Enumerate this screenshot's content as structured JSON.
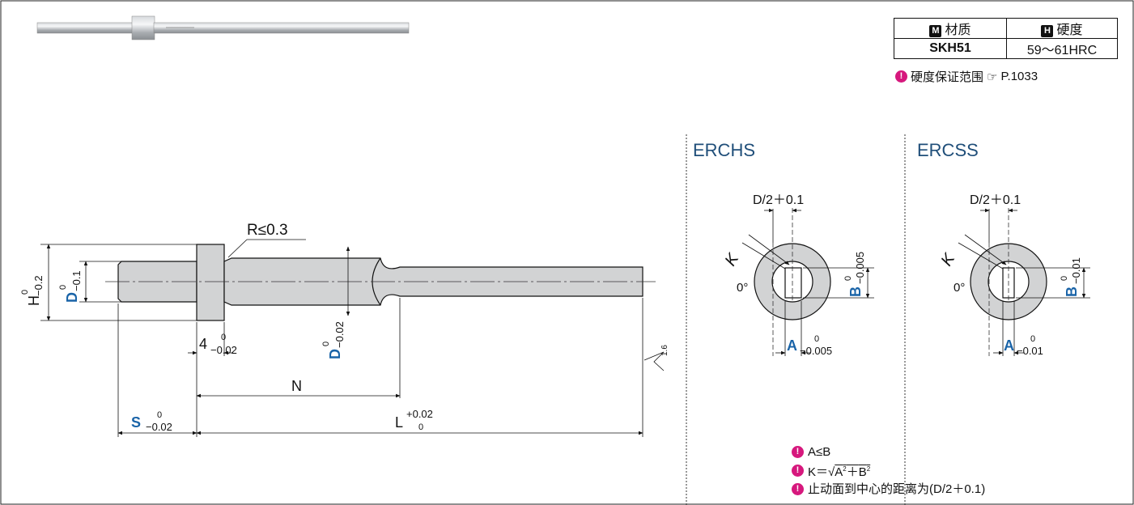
{
  "spec_table": {
    "headers": [
      {
        "tag": "M",
        "label": "材质"
      },
      {
        "tag": "H",
        "label": "硬度"
      }
    ],
    "row": {
      "material": "SKH51",
      "hardness": "59～61HRC"
    }
  },
  "hardness_note": {
    "text": "硬度保证范围",
    "ref": "P.1033"
  },
  "main_view": {
    "r_label": "R≤0.3",
    "h_label": "H",
    "h_tol_upper": "0",
    "h_tol_lower": "−0.2",
    "d_label": "D",
    "d_tol_upper": "0",
    "d_tol_lower": "−0.1",
    "d2_label": "D",
    "d2_tol_upper": "0",
    "d2_tol_lower": "−0.02",
    "head_label": "4",
    "head_tol_upper": "0",
    "head_tol_lower": "−0.02",
    "n_label": "N",
    "s_label": "S",
    "s_tol_upper": "0",
    "s_tol_lower": "−0.02",
    "l_label": "L",
    "l_tol_upper": "+0.02",
    "l_tol_lower": "0",
    "roughness": "1.6"
  },
  "section_views": [
    {
      "title": "ERCHS",
      "offset_label": "D/2＋0.1",
      "k_label": "K",
      "angle_label": "0°",
      "b_label": "B",
      "b_tol_upper": "0",
      "b_tol_lower": "−0.005",
      "a_label": "A",
      "a_tol_upper": "0",
      "a_tol_lower": "−0.005"
    },
    {
      "title": "ERCSS",
      "offset_label": "D/2＋0.1",
      "k_label": "K",
      "angle_label": "0°",
      "b_label": "B",
      "b_tol_upper": "0",
      "b_tol_lower": "−0.01",
      "a_label": "A",
      "a_tol_upper": "0",
      "a_tol_lower": "−0.01"
    }
  ],
  "notes": [
    {
      "text": "A≤B"
    },
    {
      "prefix": "K＝√",
      "a": "A",
      "b": "B",
      "exp": "2",
      "plus": "＋"
    },
    {
      "text": "止动面到中心的距离为(D/2＋0.1)"
    }
  ]
}
